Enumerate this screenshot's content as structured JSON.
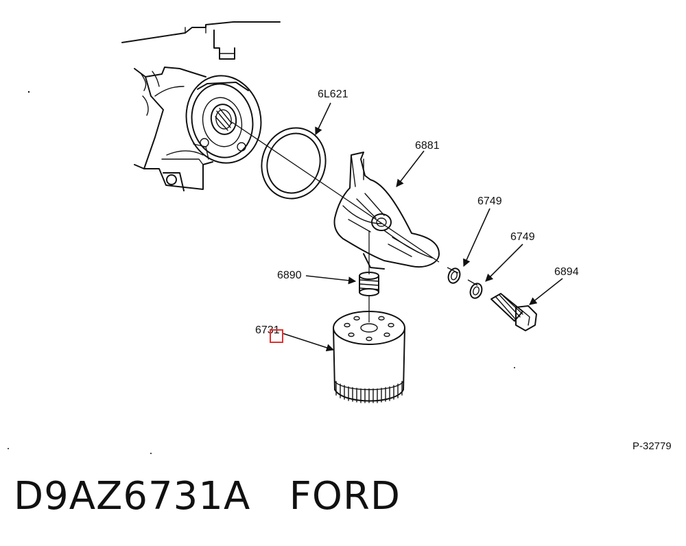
{
  "diagram": {
    "callouts": {
      "gasket": "6L621",
      "adapter": "6881",
      "washer_upper": "6749",
      "washer_lower": "6749",
      "connector": "6890",
      "filter": "6731",
      "bolt": "6894"
    },
    "figure_ref": "P-32779"
  },
  "caption": {
    "part_number": "D9AZ6731A",
    "brand": "FORD"
  },
  "highlight": {
    "color": "#e03030"
  }
}
